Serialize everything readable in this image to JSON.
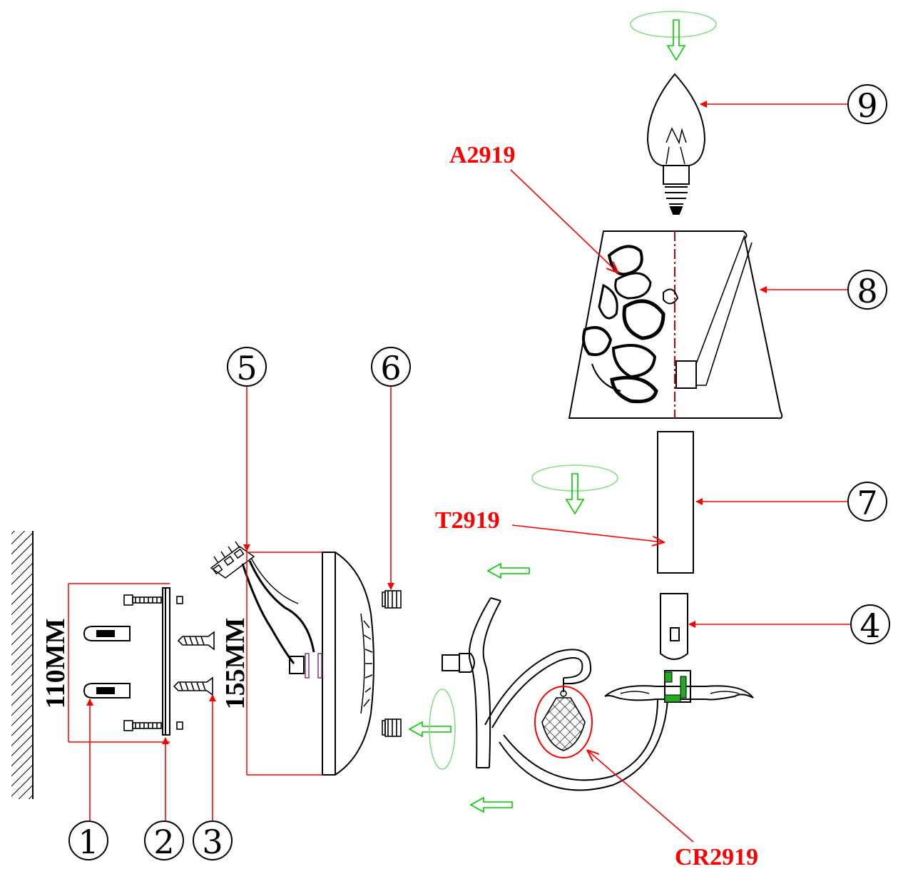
{
  "callouts": {
    "c1": "1",
    "c2": "2",
    "c3": "3",
    "c4": "4",
    "c5": "5",
    "c6": "6",
    "c7": "7",
    "c8": "8",
    "c9": "9"
  },
  "part_codes": {
    "shade": "A2919",
    "tube": "T2919",
    "crystal": "CR2919"
  },
  "dimensions": {
    "plate_height": "110MM",
    "cup_height": "155MM"
  },
  "colors": {
    "leader": "#ff0000",
    "assembly_arrow": "#00cc00",
    "line": "#000000"
  }
}
